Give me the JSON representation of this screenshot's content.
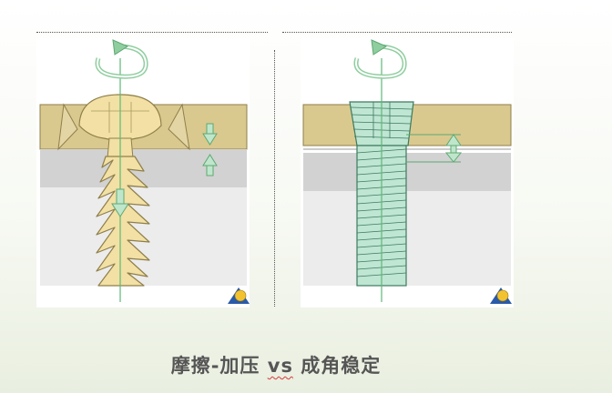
{
  "caption": {
    "part1": "摩擦-加压",
    "vs": "vs",
    "part2": "成角稳定"
  },
  "colors": {
    "plate": "#d9c98e",
    "cortex": "#d2d2d2",
    "cancellous": "#ececec",
    "conventional_screw": "#f2e0a4",
    "locking_screw": "#bfe6d2",
    "arrow_green": "#8fce9f",
    "caption_text": "#555555"
  },
  "icons": {
    "rotation": "curved-rotation-arrow-icon",
    "compression": "vertical-arrows-icon",
    "logo": "ao-triangle-logo-icon"
  }
}
